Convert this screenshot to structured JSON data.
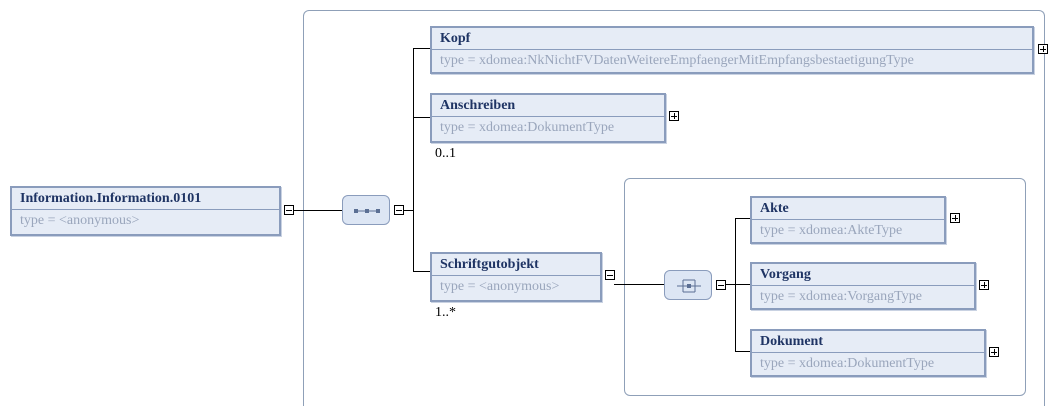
{
  "root": {
    "name": "Information.Information.0101",
    "type": "type  =  <anonymous>"
  },
  "sequence_children": [
    {
      "key": "kopf",
      "name": "Kopf",
      "type": "type  =  xdomea:NkNichtFVDatenWeitereEmpfaengerMitEmpfangsbestaetigungType",
      "occurrence": ""
    },
    {
      "key": "anschreiben",
      "name": "Anschreiben",
      "type": "type  =  xdomea:DokumentType",
      "occurrence": "0..1"
    },
    {
      "key": "schriftgutobjekt",
      "name": "Schriftgutobjekt",
      "type": "type  =  <anonymous>",
      "occurrence": "1..*"
    }
  ],
  "choice_children": [
    {
      "key": "akte",
      "name": "Akte",
      "type": "type  =  xdomea:AkteType"
    },
    {
      "key": "vorgang",
      "name": "Vorgang",
      "type": "type  =  xdomea:VorgangType"
    },
    {
      "key": "dokument",
      "name": "Dokument",
      "type": "type  =  xdomea:DokumentType"
    }
  ],
  "icons": {
    "sequence_compositor": "sequence-compositor-icon",
    "choice_compositor": "choice-compositor-icon",
    "expand": "plus-box-icon",
    "collapse": "minus-box-icon"
  },
  "colors": {
    "element_fill": "#e6ecf6",
    "element_border": "#8a9cbc",
    "name_text": "#1f3464",
    "type_text": "#9aa6bc"
  }
}
